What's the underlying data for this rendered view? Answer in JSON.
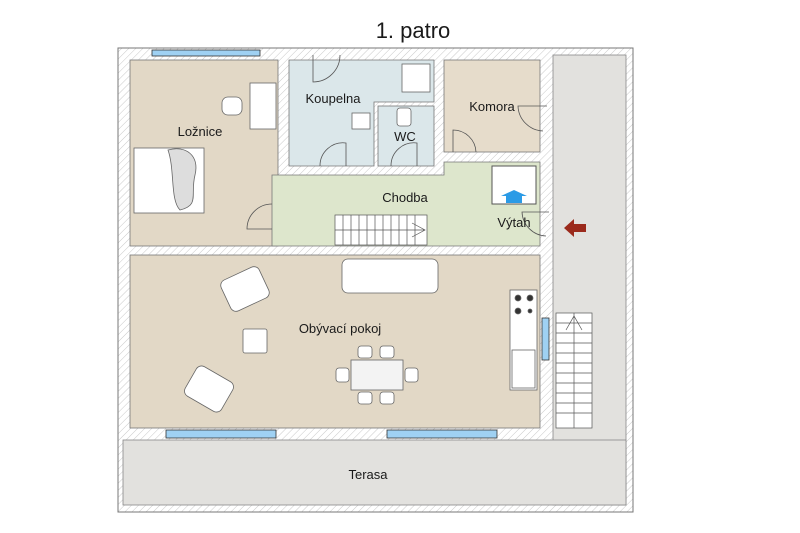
{
  "title": "1. patro",
  "rooms": {
    "loznice": "Ložnice",
    "koupelna": "Koupelna",
    "wc": "WC",
    "komora": "Komora",
    "chodba": "Chodba",
    "vytah": "Výtah",
    "obyvaci_pokoj": "Obývací pokoj",
    "terasa": "Terasa"
  },
  "colors": {
    "wall": "#ffffff",
    "bedroom": "#e2d8c6",
    "bathroom": "#dbe7ea",
    "storage": "#e6dccb",
    "hallway": "#dde6cc",
    "living": "#e2d8c6",
    "terrace": "#e2e1de",
    "window": "#9fd1f3",
    "entrance_arrow": "#9b2a1c",
    "elevator_arrow": "#2b9be6"
  }
}
